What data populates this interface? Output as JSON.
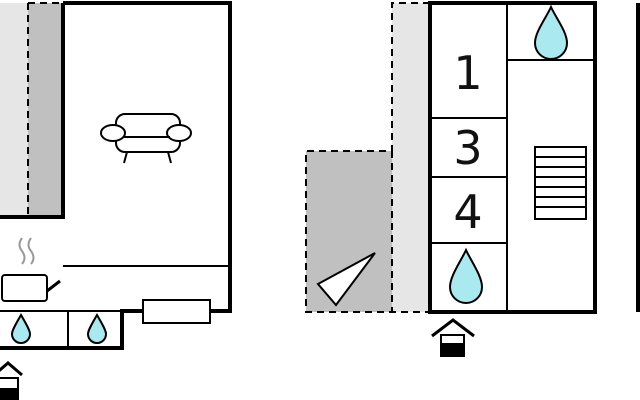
{
  "floorplan": {
    "colors": {
      "wall": "#000000",
      "terrace": "#c0c0c0",
      "terrace_light": "#e6e6e6",
      "water": "#a9e9ef",
      "background": "#ffffff"
    },
    "room_numbers": {
      "room_1": "1",
      "room_3": "3",
      "room_4": "4"
    },
    "icons": {
      "living": "sofa-icon",
      "kitchen": "cooking-pot-icon",
      "bathroom": "water-drop-icon",
      "stairs": "stairs-icon",
      "entrance": "house-entrance-icon",
      "terrace": "terrace-triangle-icon"
    }
  }
}
